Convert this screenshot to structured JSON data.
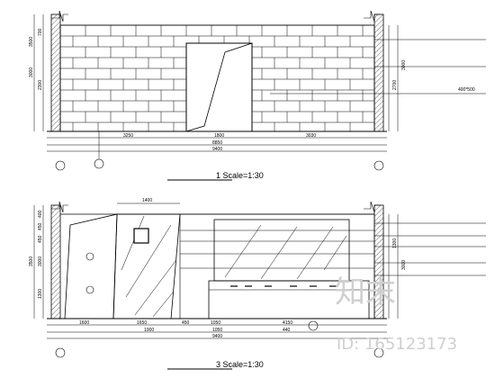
{
  "drawing_1": {
    "caption": "1  Scale=1:30",
    "dims_horizontal_a": [
      "3250",
      "1800",
      "3030"
    ],
    "dims_horizontal_b": "8850",
    "dims_horizontal_c": "9400",
    "dims_vertical_left": [
      "3000",
      "3500",
      "700",
      "2300"
    ],
    "dims_vertical_right": [
      "2700",
      "3000"
    ],
    "note_tile": "400*500"
  },
  "drawing_3": {
    "caption": "3  Scale=1:30",
    "dim_top": "1400",
    "dims_horizontal_a": [
      "1600",
      "1650",
      "450",
      "1050",
      "4150"
    ],
    "dims_horizontal_b": [
      "1000",
      "1050",
      "440"
    ],
    "dims_horizontal_c": "9400",
    "dims_vertical_left": [
      "3500",
      "3000",
      "1300",
      "450",
      "450",
      "400"
    ],
    "dims_vertical_right": [
      "1300",
      "3000"
    ]
  },
  "watermark": {
    "logo_text": "知末",
    "id_text": "ID: 165123173"
  },
  "colors": {
    "line": "#000000",
    "watermark": "#cfcfcf"
  }
}
